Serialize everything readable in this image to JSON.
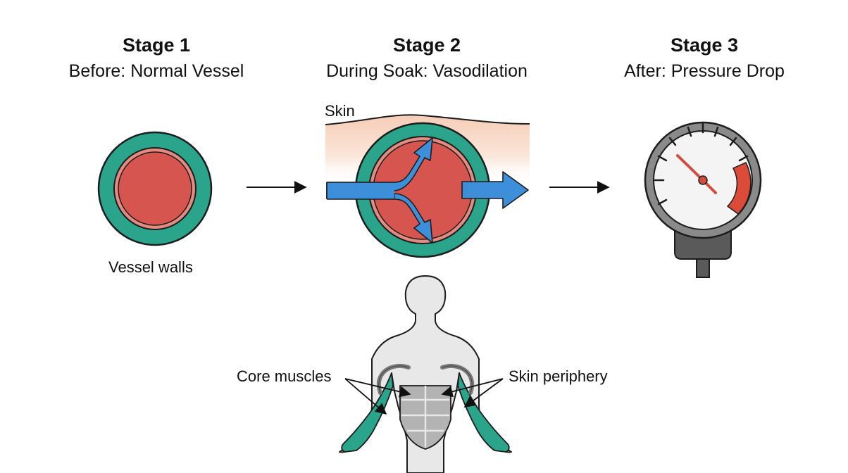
{
  "stages": [
    {
      "title": "Stage 1",
      "subtitle": "Before: Normal Vessel"
    },
    {
      "title": "Stage 2",
      "subtitle": "During Soak: Vasodilation"
    },
    {
      "title": "Stage 3",
      "subtitle": "After: Pressure Drop"
    }
  ],
  "labels": {
    "vessel_walls": "Vessel walls",
    "skin": "Skin",
    "core_muscles": "Core muscles",
    "skin_periphery": "Skin periphery"
  },
  "colors": {
    "vessel_wall": "#2aa58c",
    "vessel_inner_ring": "#e58c80",
    "blood": "#d6564f",
    "flow_arrow": "#3d8fd9",
    "skin_gradient_top": "#f6cdb7",
    "gauge_red_zone": "#dc4a3a",
    "body_fill": "#e8e8e8",
    "limb_highlight": "#2aa58c",
    "muscle_fill": "#b3b3b3"
  }
}
